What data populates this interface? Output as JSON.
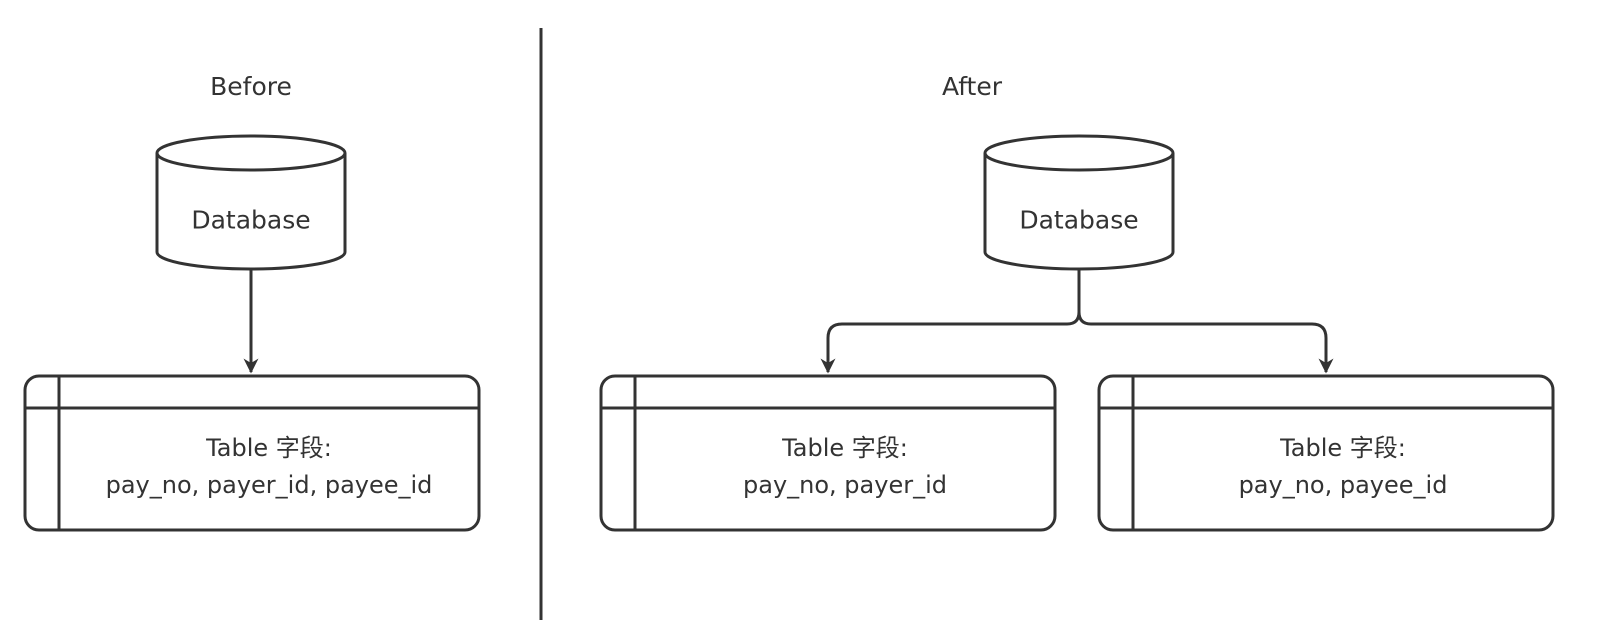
{
  "before": {
    "title": "Before",
    "database_label": "Database",
    "table": {
      "heading": "Table 字段:",
      "fields": "pay_no, payer_id, payee_id"
    }
  },
  "after": {
    "title": "After",
    "database_label": "Database",
    "tables": [
      {
        "heading": "Table 字段:",
        "fields": "pay_no, payer_id"
      },
      {
        "heading": "Table 字段:",
        "fields": "pay_no, payee_id"
      }
    ]
  },
  "colors": {
    "stroke": "#333333",
    "background": "#ffffff"
  }
}
